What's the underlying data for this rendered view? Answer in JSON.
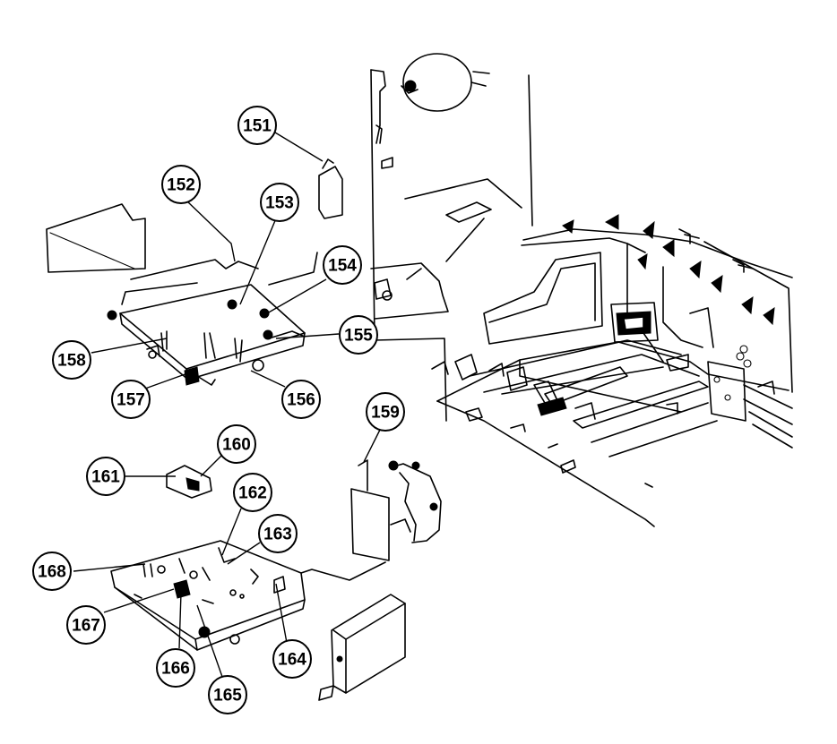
{
  "callouts": [
    {
      "id": "151",
      "label": "151"
    },
    {
      "id": "152",
      "label": "152"
    },
    {
      "id": "153",
      "label": "153"
    },
    {
      "id": "154",
      "label": "154"
    },
    {
      "id": "155",
      "label": "155"
    },
    {
      "id": "156",
      "label": "156"
    },
    {
      "id": "157",
      "label": "157"
    },
    {
      "id": "158",
      "label": "158"
    },
    {
      "id": "159",
      "label": "159"
    },
    {
      "id": "160",
      "label": "160"
    },
    {
      "id": "161",
      "label": "161"
    },
    {
      "id": "162",
      "label": "162"
    },
    {
      "id": "163",
      "label": "163"
    },
    {
      "id": "164",
      "label": "164"
    },
    {
      "id": "165",
      "label": "165"
    },
    {
      "id": "166",
      "label": "166"
    },
    {
      "id": "167",
      "label": "167"
    },
    {
      "id": "168",
      "label": "168"
    }
  ]
}
